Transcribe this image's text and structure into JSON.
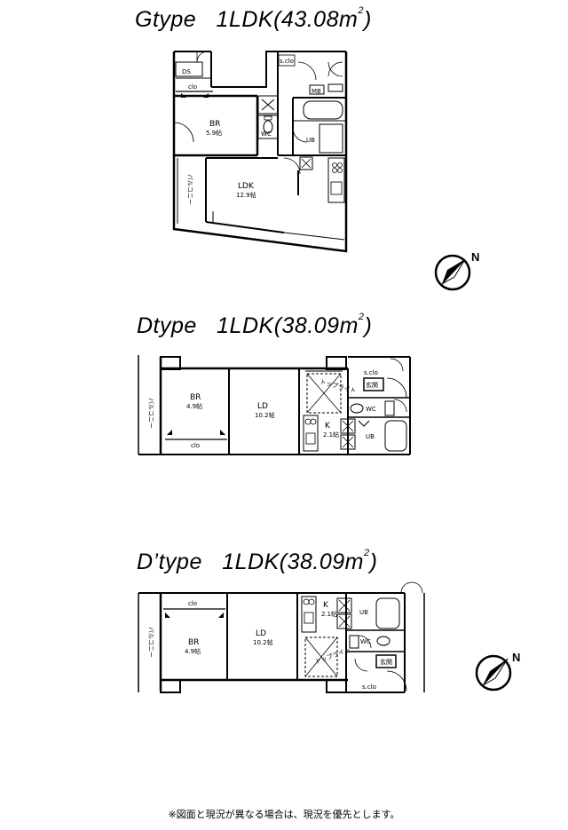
{
  "titles": {
    "g": {
      "type": "Gtype",
      "layout": "1LDK",
      "area": "(43.08m",
      "sup": "2",
      "close": ")"
    },
    "d": {
      "type": "Dtype",
      "layout": "1LDK",
      "area": "(38.09m",
      "sup": "2",
      "close": ")"
    },
    "dp": {
      "type": "D’type",
      "layout": "1LDK",
      "area": "(38.09m",
      "sup": "2",
      "close": ")"
    }
  },
  "plan_g": {
    "ds": "DS",
    "clo": "clo",
    "sclo": "s.clo",
    "mb": "MB",
    "br": "BR",
    "br_size": "5.9帖",
    "wc": "WC",
    "ub": "UB",
    "ldk": "LDK",
    "ldk_size": "12.9帖",
    "balcony": "バルコニー"
  },
  "plan_d": {
    "balcony": "バルコニー",
    "br": "BR",
    "br_size": "4.9帖",
    "clo": "clo",
    "ld": "LD",
    "ld_size": "10.2帖",
    "k": "K",
    "k_size": "2.1帖",
    "sclo": "s.clo",
    "genkan": "玄関",
    "wc": "WC",
    "ub": "UB",
    "top_light": "トップライト"
  },
  "plan_dp": {
    "balcony": "バルコニー",
    "br": "BR",
    "br_size": "4.9帖",
    "clo": "clo",
    "ld": "LD",
    "ld_size": "10.2帖",
    "k": "K",
    "k_size": "2.1帖",
    "sclo": "s.clo",
    "genkan": "玄関",
    "wc": "WC",
    "ub": "UB",
    "top_light": "トップライト"
  },
  "compass": {
    "label": "N"
  },
  "footnote": "※図面と現況が異なる場合は、現況を優先とします。"
}
